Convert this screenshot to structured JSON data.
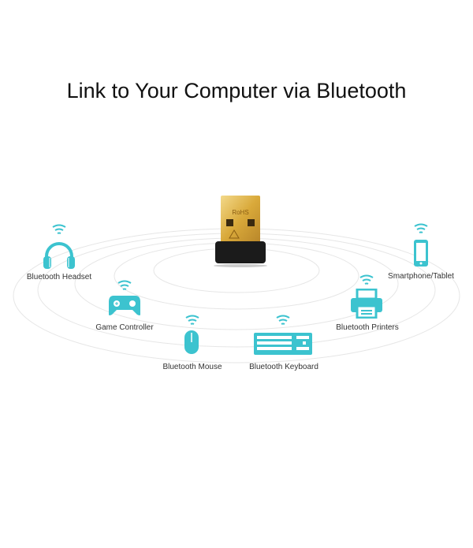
{
  "title": "Link to Your Computer via Bluetooth",
  "accent_color": "#3cc3cf",
  "adapter": {
    "icon": "usb-bluetooth-adapter-icon",
    "marking": "RoHS"
  },
  "devices": [
    {
      "label": "Bluetooth Headset",
      "icon": "headphones-icon"
    },
    {
      "label": "Game Controller",
      "icon": "gamepad-icon"
    },
    {
      "label": "Bluetooth Mouse",
      "icon": "mouse-icon"
    },
    {
      "label": "Bluetooth Keyboard",
      "icon": "keyboard-icon"
    },
    {
      "label": "Bluetooth Printers",
      "icon": "printer-icon"
    },
    {
      "label": "Smartphone/Tablet",
      "icon": "smartphone-icon"
    }
  ]
}
